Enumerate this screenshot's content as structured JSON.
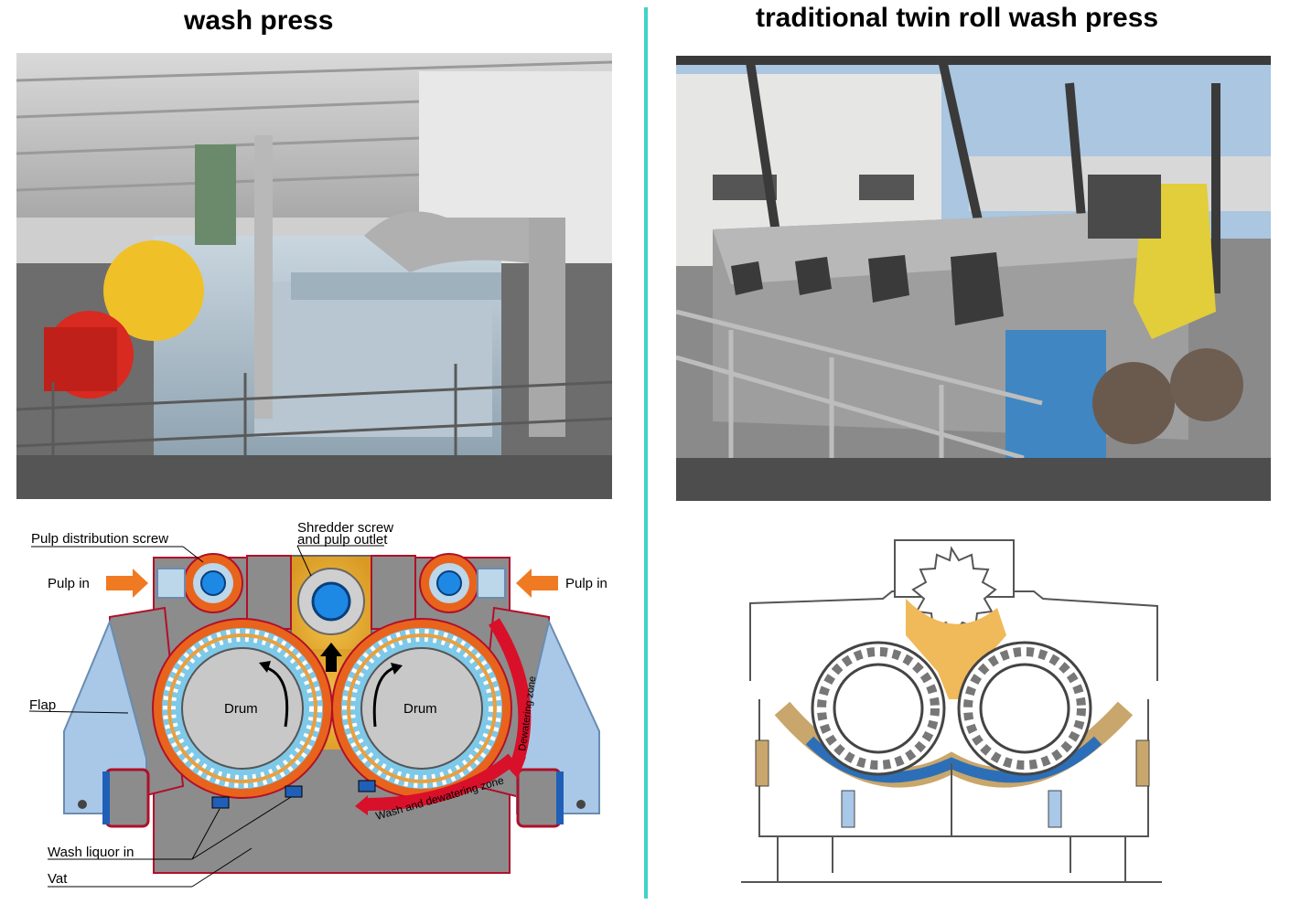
{
  "left": {
    "title": "wash press",
    "labels": {
      "pulp_distribution_screw": "Pulp distribution screw",
      "shredder_line1": "Shredder screw",
      "shredder_line2": "and pulp outlet",
      "pulp_in_left": "Pulp in",
      "pulp_in_right": "Pulp in",
      "flap": "Flap",
      "drum_left": "Drum",
      "drum_right": "Drum",
      "dewatering_zone": "Dewatering zone",
      "wash_dewatering_zone": "Wash and dewatering zone",
      "wash_liquor_in": "Wash liquor in",
      "vat": "Vat"
    }
  },
  "right": {
    "title": "traditional twin roll wash press"
  },
  "colors": {
    "divider": "#3fd3c6",
    "pulp_arrow": "#f07a22",
    "vat_grey": "#8a8a8a",
    "vat_outline": "#b0102a",
    "drum_ring_orange": "#e8641c",
    "drum_ring_blue": "#7ec8e8",
    "pulp_yellow": "#e8b23a",
    "dewatering_arrow": "#d8102a",
    "liquor_blue": "#1f5fb8",
    "traditional_pulp": "#f0b95a",
    "traditional_liquor": "#2c6fb8"
  },
  "icons": {
    "pulp_inlet_arrow": "orange-right-arrow-icon",
    "rotation": "curved-arrow-icon",
    "upward_flow": "up-arrow-icon"
  }
}
